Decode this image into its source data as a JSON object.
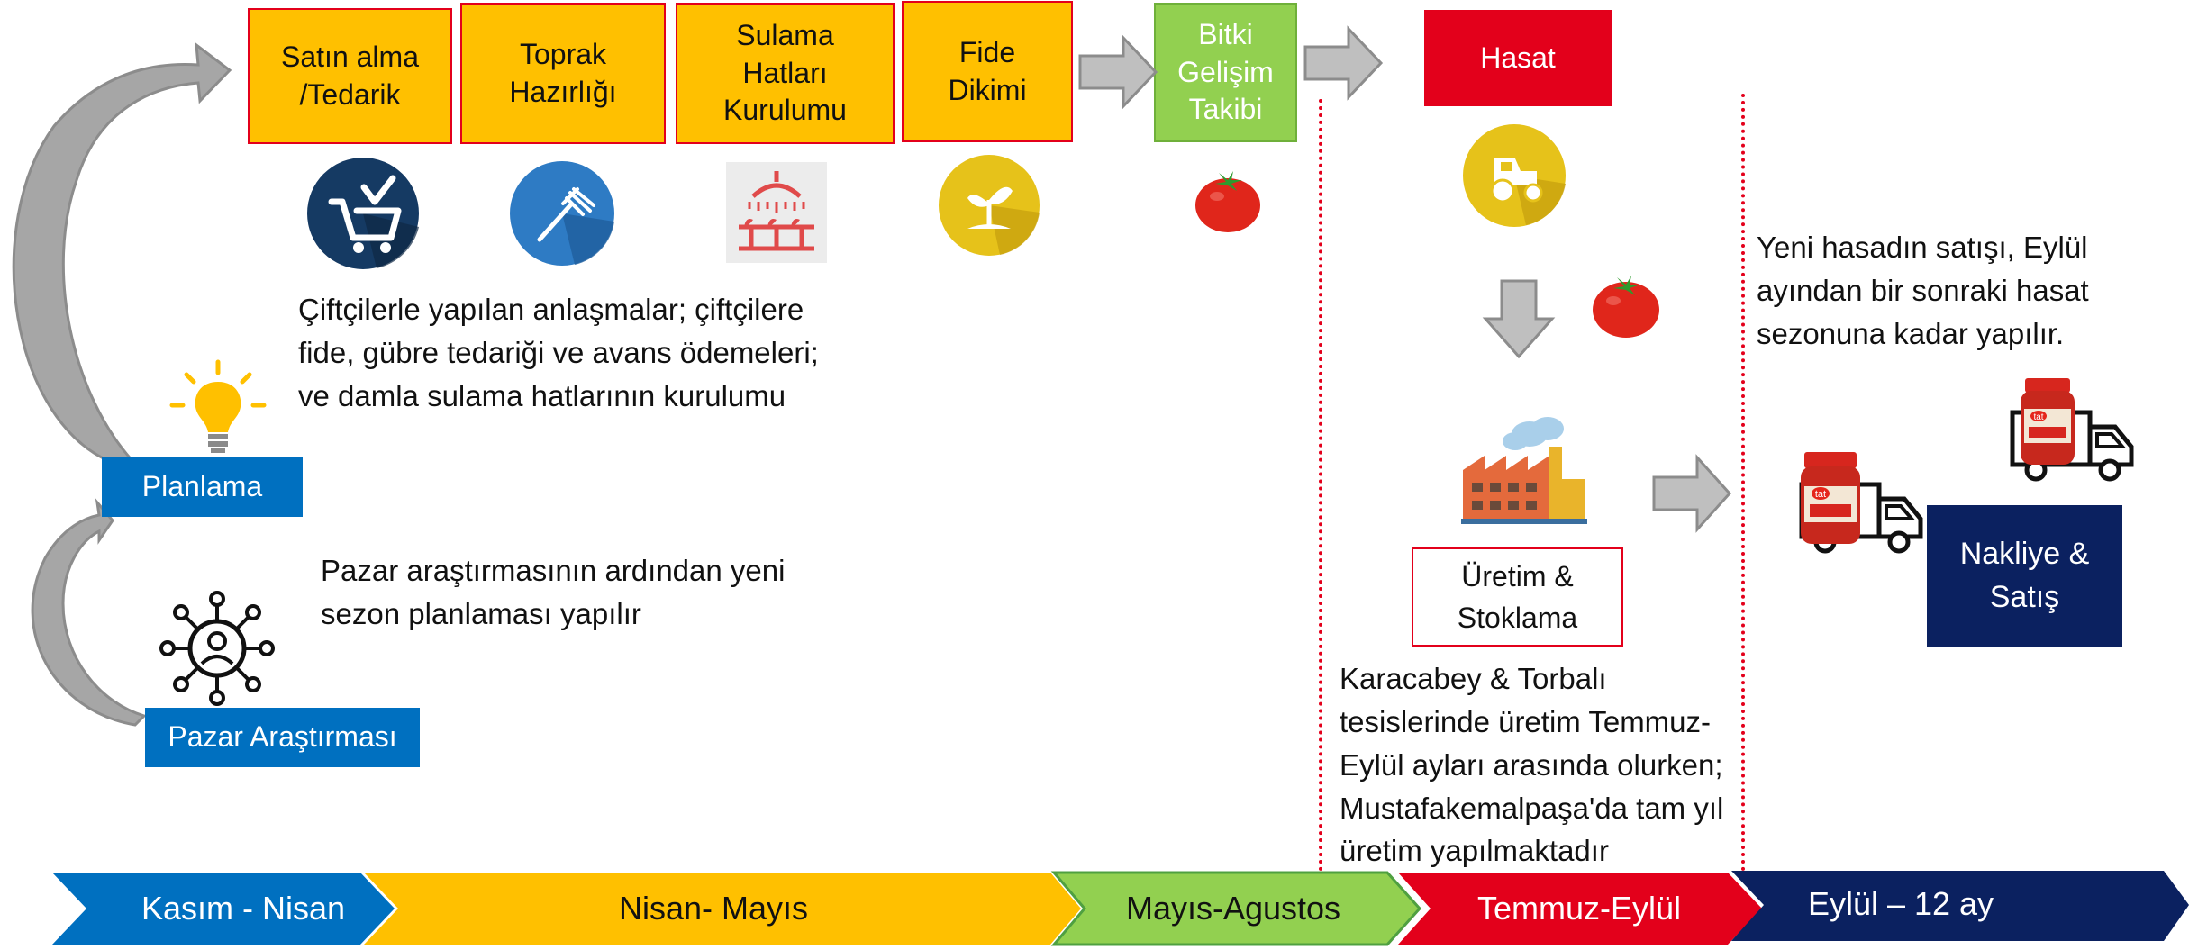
{
  "colors": {
    "orange": "#FFC000",
    "red": "#E3001B",
    "green": "#92D050",
    "blue": "#0070C0",
    "navy": "#0B2160",
    "arrow_gray": "#A6A6A6"
  },
  "top_steps": {
    "purchasing": "Satın alma\n/Tedarik",
    "soil": "Toprak\nHazırlığı",
    "irrigation": "Sulama\nHatları\nKurulumu",
    "seedling": "Fide\nDikimi",
    "growth": "Bitki\nGelişim\nTakibi",
    "harvest": "Hasat"
  },
  "left_steps": {
    "planning": "Planlama",
    "market_research": "Pazar Araştırması"
  },
  "production_box": "Üretim &\nStoklama",
  "shipping_box": "Nakliye &\nSatış",
  "descriptions": {
    "farmers": "Çiftçilerle yapılan anlaşmalar; çiftçilere\nfide, gübre tedariği ve avans ödemeleri;\nve damla sulama hatlarının kurulumu",
    "market": "Pazar araştırmasının ardından yeni\nsezon planlaması yapılır",
    "production": "Karacabey & Torbalı\ntesislerinde üretim Temmuz-\nEylül ayları arasında olurken;\nMustafakemalpaşa'da tam yıl\nüretim yapılmaktadır",
    "sales": "Yeni hasadın satışı, Eylül\nayından bir sonraki hasat\nsezonuna kadar yapılır."
  },
  "timeline": [
    {
      "label": "Kasım - Nisan",
      "color": "#0070C0",
      "text_color": "#ffffff"
    },
    {
      "label": "Nisan- Mayıs",
      "color": "#FFC000",
      "text_color": "#111111"
    },
    {
      "label": "Mayıs-Agustos",
      "color": "#92D050",
      "text_color": "#111111"
    },
    {
      "label": "Temmuz-Eylül",
      "color": "#E3001B",
      "text_color": "#ffffff"
    },
    {
      "label": "Eylül – 12 ay",
      "color": "#0B2160",
      "text_color": "#ffffff"
    }
  ],
  "jar_label": "tat"
}
